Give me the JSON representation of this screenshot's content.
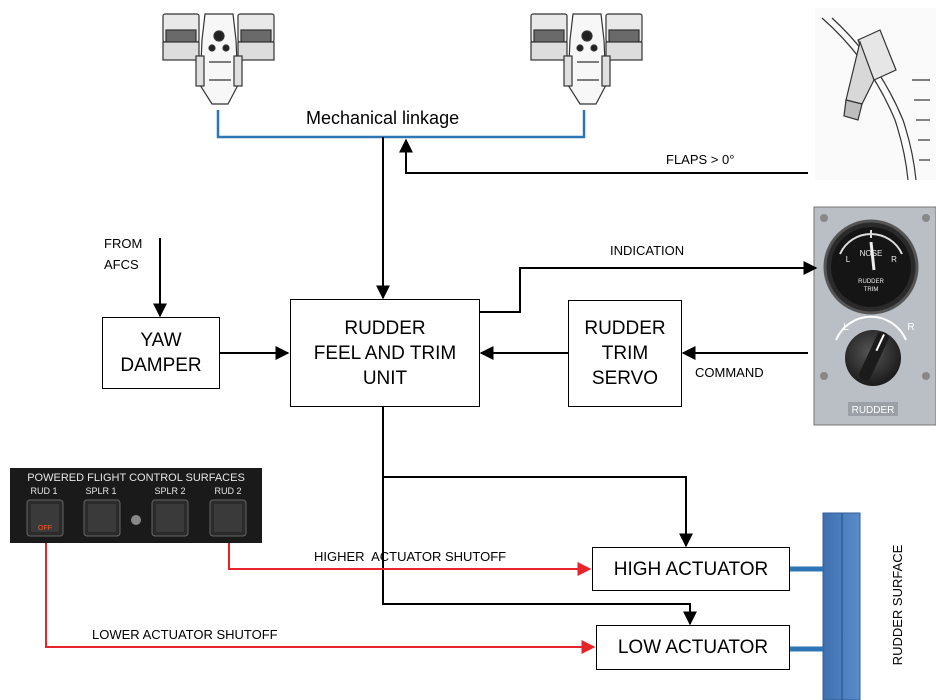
{
  "top_link_label": "Mechanical linkage",
  "flaps_label": "FLAPS > 0°",
  "afcs_label_1": "FROM",
  "afcs_label_2": "AFCS",
  "indication_label": "INDICATION",
  "command_label": "COMMAND",
  "yaw_damper": [
    "YAW",
    "DAMPER"
  ],
  "feel_trim_unit": [
    "RUDDER",
    "FEEL AND TRIM",
    "UNIT"
  ],
  "trim_servo": [
    "RUDDER",
    "TRIM",
    "SERVO"
  ],
  "high_actuator": "HIGH ACTUATOR",
  "low_actuator": "LOW ACTUATOR",
  "higher_shutoff": "HIGHER  ACTUATOR SHUTOFF",
  "lower_shutoff": "LOWER ACTUATOR SHUTOFF",
  "rudder_surface": "RUDDER SURFACE",
  "panel": {
    "title": "POWERED  FLIGHT  CONTROL  SURFACES",
    "switches": [
      "RUD 1",
      "SPLR 1",
      "SPLR 2",
      "RUD 2"
    ],
    "off_light": "OFF"
  },
  "gauge": {
    "nose": "NOSE",
    "left": "L",
    "right": "R",
    "title_1": "RUDDER",
    "title_2": "TRIM",
    "knob_left": "L",
    "knob_right": "R",
    "knob_label": "RUDDER"
  },
  "colors": {
    "linkage": "#2E75B6",
    "shutoff": "#E8232A",
    "surface": "#4A7EBB",
    "panel_bg": "#1a1a1a"
  }
}
